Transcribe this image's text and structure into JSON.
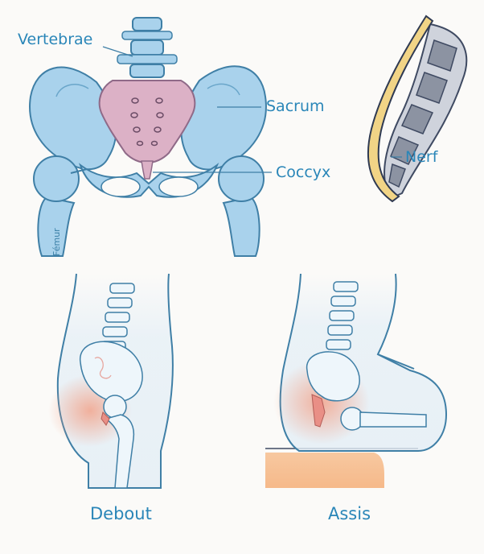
{
  "labels": {
    "vertebrae": "Vertebrae",
    "sacrum": "Sacrum",
    "coccyx": "Coccyx",
    "nerve": "Nerf",
    "femur": "Fémur"
  },
  "captions": {
    "standing": "Debout",
    "sitting": "Assis"
  },
  "colors": {
    "bone_blue": "#a9d2ec",
    "bone_outline": "#3f7fa6",
    "sacrum_pink": "#dcb1c6",
    "pain_zone": "#f4a58a",
    "nerve_yellow": "#f1d486",
    "label_blue": "#2a86b8",
    "seat_orange": "#f7c59a"
  }
}
